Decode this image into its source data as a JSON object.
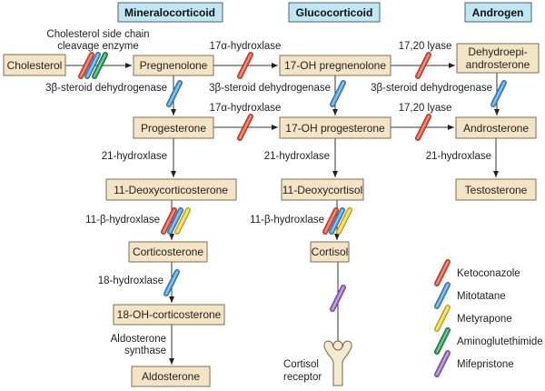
{
  "headers": {
    "mineralocorticoid": "Mineralocorticoid",
    "glucocorticoid": "Glucocorticoid",
    "androgen": "Androgen"
  },
  "nodes": {
    "cholesterol": "Cholesterol",
    "pregnenolone": "Pregnenolone",
    "oh17_pregnenolone": "17-OH pregnenolone",
    "dhea_1": "Dehydroepi-",
    "dhea_2": "androsterone",
    "progesterone": "Progesterone",
    "oh17_progesterone": "17-OH progesterone",
    "androsterone": "Androsterone",
    "deoxycorticosterone": "11-Deoxycorticosterone",
    "deoxycortisol": "11-Deoxycortisol",
    "testosterone": "Testosterone",
    "corticosterone": "Corticosterone",
    "cortisol": "Cortisol",
    "oh18_corticosterone": "18-OH-corticosterone",
    "aldosterone": "Aldosterone",
    "receptor_1": "Cortisol",
    "receptor_2": "receptor"
  },
  "enzymes": {
    "scc_1": "Cholesterol side chain",
    "scc_2": "cleavage enzyme",
    "hydroxylase17": "17α-hydroxlase",
    "lyase1720": "17,20 lyase",
    "dehydrogenase3b": "3β-steroid dehydrogenase",
    "hydroxylase21": "21-hydroxlase",
    "hydroxylase11b": "11-β-hydroxlase",
    "hydroxylase18": "18-hydroxlase",
    "aldo_synthase_1": "Aldosterone",
    "aldo_synthase_2": "synthase"
  },
  "legend": [
    {
      "label": "Ketoconazole",
      "color": "#e8604a"
    },
    {
      "label": "Mitotatane",
      "color": "#5aa6dc"
    },
    {
      "label": "Metyrapone",
      "color": "#f0d84a"
    },
    {
      "label": "Aminoglutethimide",
      "color": "#3aa86a"
    },
    {
      "label": "Mifepristone",
      "color": "#a57ac8"
    }
  ]
}
